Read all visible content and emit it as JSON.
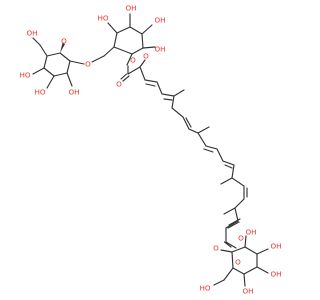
{
  "labels": {
    "oh": "OH",
    "ho": "HO",
    "o": "O"
  },
  "colors": {
    "bond": "#333333",
    "heteroatom_oxygen": "#e8352e",
    "background": "#ffffff"
  }
}
